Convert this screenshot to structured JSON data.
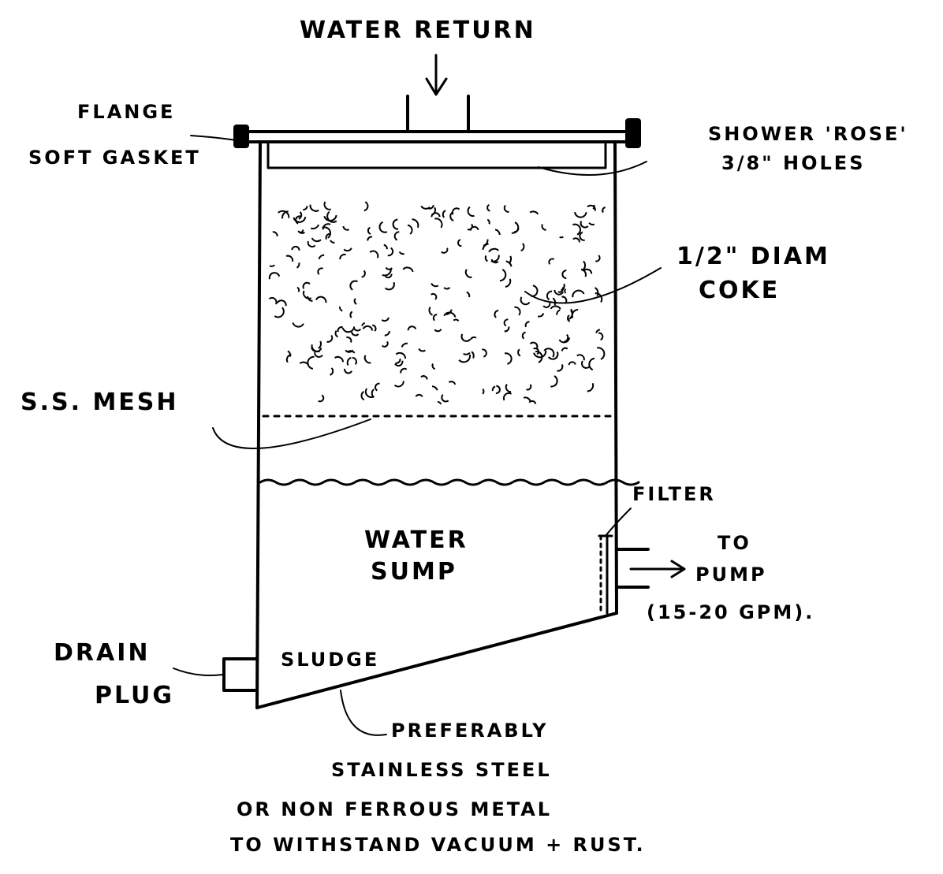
{
  "labels": {
    "water_return": "WATER RETURN",
    "flange": "FLANGE",
    "soft_gasket": "SOFT GASKET",
    "shower_rose_1": "SHOWER 'ROSE'",
    "shower_rose_2": "3/8\" HOLES",
    "coke_1": "1/2\" DIAM",
    "coke_2": "COKE",
    "mesh": "S.S. MESH",
    "filter": "FILTER",
    "to_pump_1": "TO",
    "to_pump_2": "PUMP",
    "to_pump_3": "(15-20 GPM).",
    "water_sump_1": "WATER",
    "water_sump_2": "SUMP",
    "sludge": "SLUDGE",
    "drain_1": "DRAIN",
    "drain_2": "PLUG",
    "note_1": "PREFERABLY",
    "note_2": "STAINLESS STEEL",
    "note_3": "OR NON FERROUS METAL",
    "note_4": "TO WITHSTAND VACUUM + RUST."
  },
  "icons": [
    "arrow-down-icon",
    "arrow-right-icon"
  ],
  "colors": {
    "ink": "#000000",
    "paper": "#ffffff"
  }
}
